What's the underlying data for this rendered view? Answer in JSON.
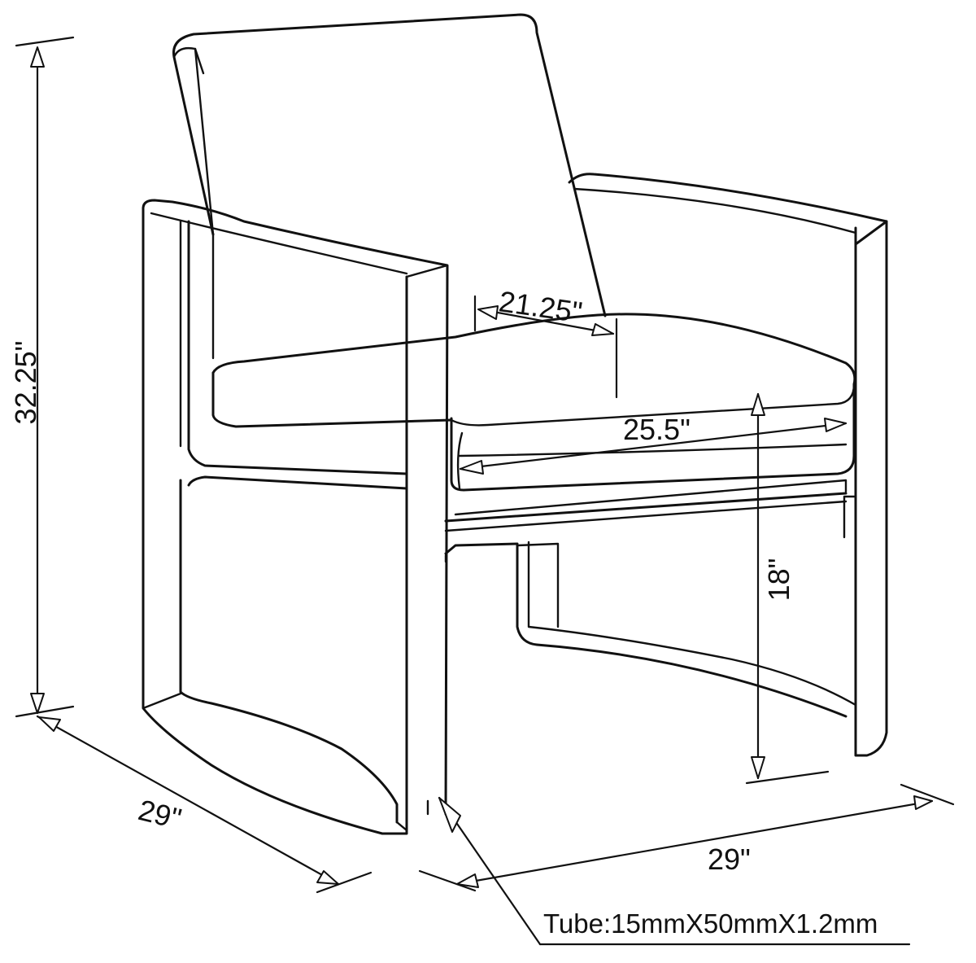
{
  "dimensions": {
    "overall_height": "32.25\"",
    "seat_depth": "21.25\"",
    "seat_width": "25.5\"",
    "seat_height": "18\"",
    "overall_depth": "29\"",
    "overall_width": "29\""
  },
  "note": {
    "tube_spec": "Tube:15mmX50mmX1.2mm"
  },
  "colors": {
    "line": "#111111",
    "background": "#ffffff"
  }
}
